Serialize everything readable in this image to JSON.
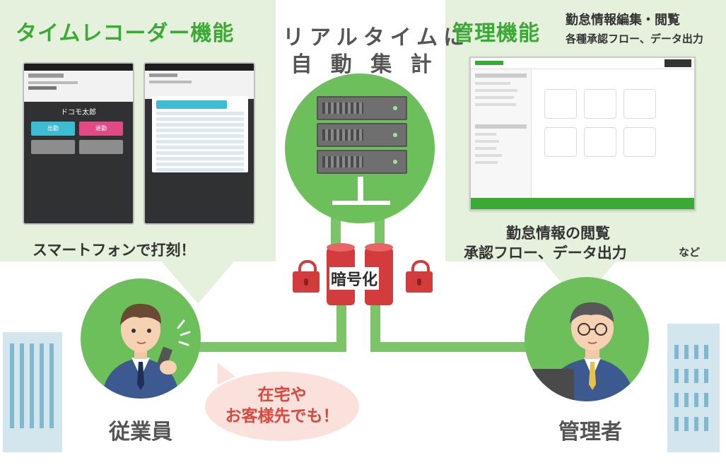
{
  "left_panel": {
    "title": "タイムレコーダー機能",
    "caption": "スマートフォンで打刻！",
    "phone1": {
      "header": "ドコモ太郎",
      "btn_in": "出勤",
      "btn_out": "退勤"
    }
  },
  "center": {
    "title_line1": "リアルタイムに",
    "title_line2": "自 動 集 計",
    "encryption_label": "暗号化"
  },
  "right_panel": {
    "title": "管理機能",
    "subtitle_line1": "勤怠情報編集・閲覧",
    "subtitle_line2": "各種承認フロー、データ出力",
    "caption_line1": "勤怠情報の閲覧",
    "caption_line2": "承認フロー、データ出力",
    "caption_suffix": "など"
  },
  "employee": {
    "label": "従業員"
  },
  "manager": {
    "label": "管理者"
  },
  "speech_bubble": {
    "line1": "在宅や",
    "line2": "お客様先でも！"
  },
  "colors": {
    "accent_green": "#3aaa35",
    "lock_red": "#d23c3c",
    "bubble_pink": "#fbe1dc"
  }
}
